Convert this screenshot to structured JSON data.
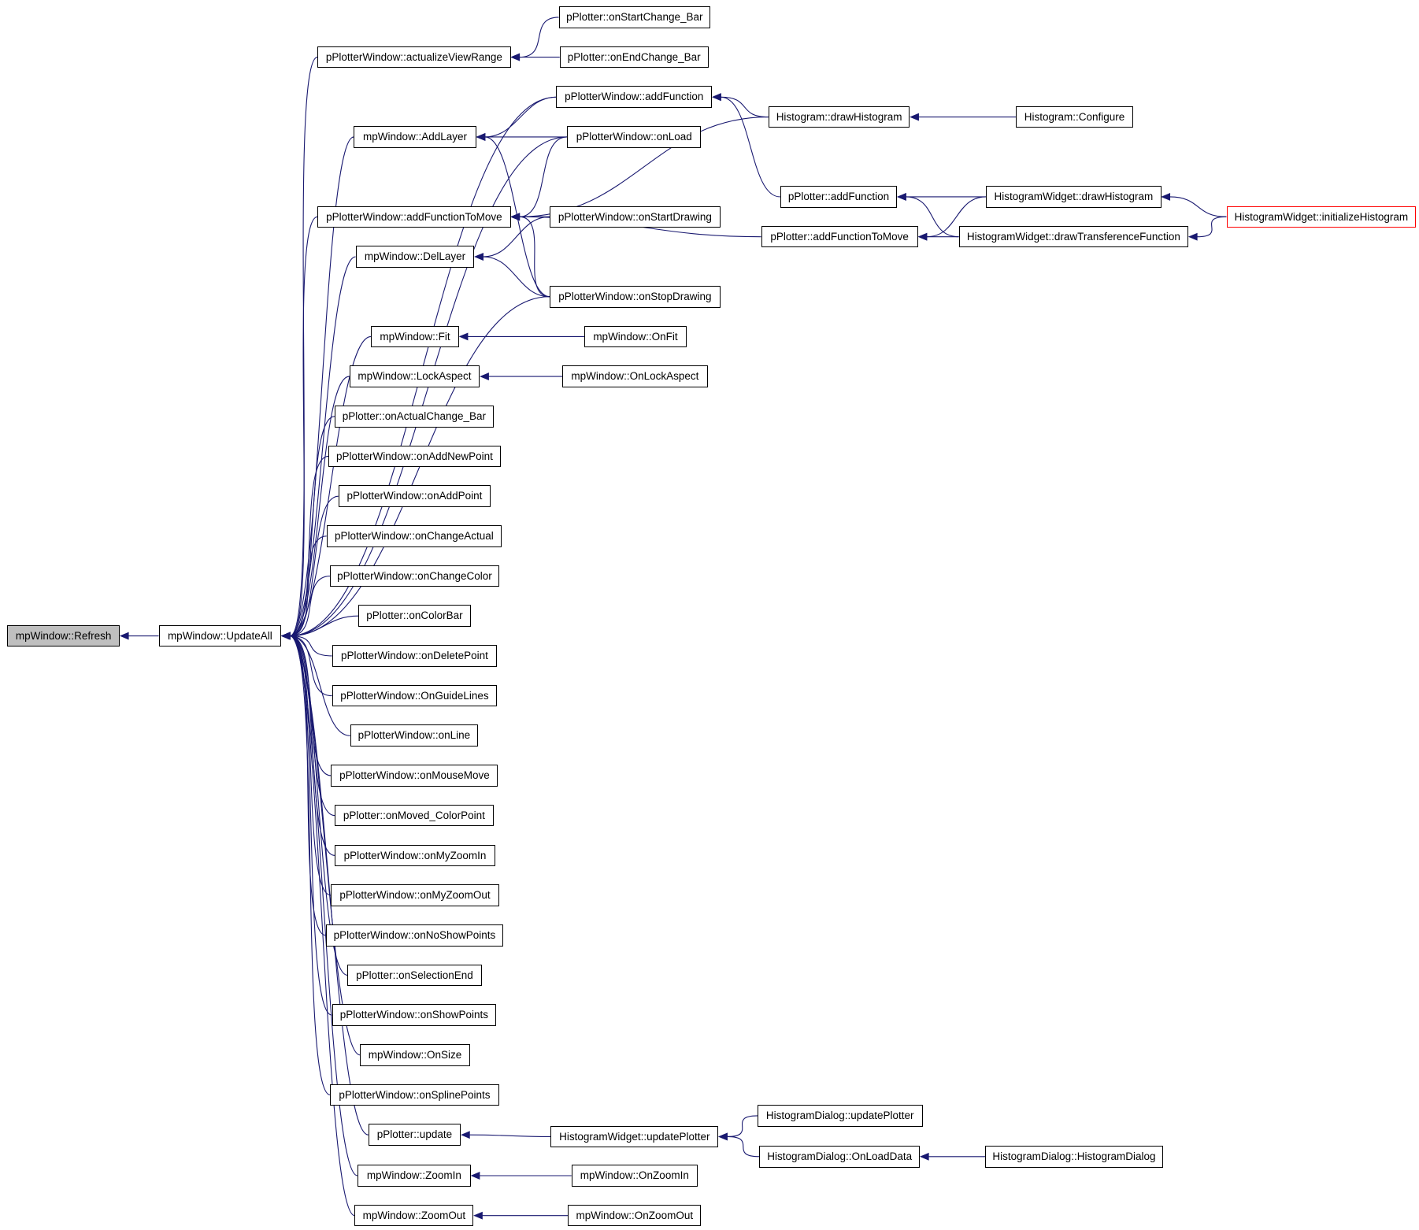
{
  "graph": {
    "nodes": [
      {
        "id": "refresh",
        "label": "mpWindow::Refresh",
        "style": "root"
      },
      {
        "id": "updateall",
        "label": "mpWindow::UpdateAll"
      },
      {
        "id": "actualizeViewRange",
        "label": "pPlotterWindow::actualizeViewRange"
      },
      {
        "id": "addLayer",
        "label": "mpWindow::AddLayer"
      },
      {
        "id": "addFunctionToMove",
        "label": "pPlotterWindow::addFunctionToMove"
      },
      {
        "id": "delLayer",
        "label": "mpWindow::DelLayer"
      },
      {
        "id": "fit",
        "label": "mpWindow::Fit"
      },
      {
        "id": "lockAspect",
        "label": "mpWindow::LockAspect"
      },
      {
        "id": "onActualChangeBar",
        "label": "pPlotter::onActualChange_Bar"
      },
      {
        "id": "onAddNewPoint",
        "label": "pPlotterWindow::onAddNewPoint"
      },
      {
        "id": "onAddPoint",
        "label": "pPlotterWindow::onAddPoint"
      },
      {
        "id": "onChangeActual",
        "label": "pPlotterWindow::onChangeActual"
      },
      {
        "id": "onChangeColor",
        "label": "pPlotterWindow::onChangeColor"
      },
      {
        "id": "onColorBar",
        "label": "pPlotter::onColorBar"
      },
      {
        "id": "onDeletePoint",
        "label": "pPlotterWindow::onDeletePoint"
      },
      {
        "id": "onGuideLines",
        "label": "pPlotterWindow::OnGuideLines"
      },
      {
        "id": "onLine",
        "label": "pPlotterWindow::onLine"
      },
      {
        "id": "onMouseMove",
        "label": "pPlotterWindow::onMouseMove"
      },
      {
        "id": "onMovedColorPoint",
        "label": "pPlotter::onMoved_ColorPoint"
      },
      {
        "id": "onMyZoomIn",
        "label": "pPlotterWindow::onMyZoomIn"
      },
      {
        "id": "onMyZoomOut",
        "label": "pPlotterWindow::onMyZoomOut"
      },
      {
        "id": "onNoShowPoints",
        "label": "pPlotterWindow::onNoShowPoints"
      },
      {
        "id": "onSelectionEnd",
        "label": "pPlotter::onSelectionEnd"
      },
      {
        "id": "onShowPoints",
        "label": "pPlotterWindow::onShowPoints"
      },
      {
        "id": "onSize",
        "label": "mpWindow::OnSize"
      },
      {
        "id": "onSplinePoints",
        "label": "pPlotterWindow::onSplinePoints"
      },
      {
        "id": "plotterUpdate",
        "label": "pPlotter::update"
      },
      {
        "id": "zoomIn",
        "label": "mpWindow::ZoomIn"
      },
      {
        "id": "zoomOut",
        "label": "mpWindow::ZoomOut"
      },
      {
        "id": "onStartChangeBar",
        "label": "pPlotter::onStartChange_Bar"
      },
      {
        "id": "onEndChangeBar",
        "label": "pPlotter::onEndChange_Bar"
      },
      {
        "id": "pwAddFunction",
        "label": "pPlotterWindow::addFunction"
      },
      {
        "id": "pwOnLoad",
        "label": "pPlotterWindow::onLoad"
      },
      {
        "id": "onStartDrawing",
        "label": "pPlotterWindow::onStartDrawing"
      },
      {
        "id": "onStopDrawing",
        "label": "pPlotterWindow::onStopDrawing"
      },
      {
        "id": "onFit",
        "label": "mpWindow::OnFit"
      },
      {
        "id": "onLockAspect",
        "label": "mpWindow::OnLockAspect"
      },
      {
        "id": "hwUpdatePlotter",
        "label": "HistogramWidget::updatePlotter"
      },
      {
        "id": "onZoomIn",
        "label": "mpWindow::OnZoomIn"
      },
      {
        "id": "onZoomOut",
        "label": "mpWindow::OnZoomOut"
      },
      {
        "id": "histDrawHistogram",
        "label": "Histogram::drawHistogram"
      },
      {
        "id": "ppAddFunction",
        "label": "pPlotter::addFunction"
      },
      {
        "id": "ppAddFunctionToMove",
        "label": "pPlotter::addFunctionToMove"
      },
      {
        "id": "hdUpdatePlotter",
        "label": "HistogramDialog::updatePlotter"
      },
      {
        "id": "hdOnLoadData",
        "label": "HistogramDialog::OnLoadData"
      },
      {
        "id": "histConfigure",
        "label": "Histogram::Configure"
      },
      {
        "id": "hwDrawHistogram",
        "label": "HistogramWidget::drawHistogram"
      },
      {
        "id": "hwDrawTransference",
        "label": "HistogramWidget::drawTransferenceFunction"
      },
      {
        "id": "hdHistogramDialog",
        "label": "HistogramDialog::HistogramDialog"
      },
      {
        "id": "hwInitializeHistogram",
        "label": "HistogramWidget::initializeHistogram",
        "style": "red"
      }
    ],
    "edges": [
      [
        "updateall",
        "refresh"
      ],
      [
        "actualizeViewRange",
        "updateall"
      ],
      [
        "addLayer",
        "updateall"
      ],
      [
        "addFunctionToMove",
        "updateall"
      ],
      [
        "delLayer",
        "updateall"
      ],
      [
        "fit",
        "updateall"
      ],
      [
        "lockAspect",
        "updateall"
      ],
      [
        "onActualChangeBar",
        "updateall"
      ],
      [
        "onAddNewPoint",
        "updateall"
      ],
      [
        "onAddPoint",
        "updateall"
      ],
      [
        "onChangeActual",
        "updateall"
      ],
      [
        "onChangeColor",
        "updateall"
      ],
      [
        "onColorBar",
        "updateall"
      ],
      [
        "onDeletePoint",
        "updateall"
      ],
      [
        "onGuideLines",
        "updateall"
      ],
      [
        "onLine",
        "updateall"
      ],
      [
        "onMouseMove",
        "updateall"
      ],
      [
        "onMovedColorPoint",
        "updateall"
      ],
      [
        "onMyZoomIn",
        "updateall"
      ],
      [
        "onMyZoomOut",
        "updateall"
      ],
      [
        "onNoShowPoints",
        "updateall"
      ],
      [
        "onSelectionEnd",
        "updateall"
      ],
      [
        "onShowPoints",
        "updateall"
      ],
      [
        "onSize",
        "updateall"
      ],
      [
        "onSplinePoints",
        "updateall"
      ],
      [
        "plotterUpdate",
        "updateall"
      ],
      [
        "zoomIn",
        "updateall"
      ],
      [
        "zoomOut",
        "updateall"
      ],
      [
        "pwAddFunction",
        "updateall"
      ],
      [
        "pwOnLoad",
        "updateall"
      ],
      [
        "onStopDrawing",
        "updateall"
      ],
      [
        "onStartChangeBar",
        "actualizeViewRange"
      ],
      [
        "onEndChangeBar",
        "actualizeViewRange"
      ],
      [
        "pwAddFunction",
        "addLayer"
      ],
      [
        "pwOnLoad",
        "addLayer"
      ],
      [
        "onStopDrawing",
        "addLayer"
      ],
      [
        "pwOnLoad",
        "addFunctionToMove"
      ],
      [
        "onStartDrawing",
        "addFunctionToMove"
      ],
      [
        "onStopDrawing",
        "addFunctionToMove"
      ],
      [
        "histDrawHistogram",
        "addFunctionToMove"
      ],
      [
        "ppAddFunctionToMove",
        "addFunctionToMove"
      ],
      [
        "onStartDrawing",
        "delLayer"
      ],
      [
        "onStopDrawing",
        "delLayer"
      ],
      [
        "onFit",
        "fit"
      ],
      [
        "onLockAspect",
        "lockAspect"
      ],
      [
        "hwUpdatePlotter",
        "plotterUpdate"
      ],
      [
        "onZoomIn",
        "zoomIn"
      ],
      [
        "onZoomOut",
        "zoomOut"
      ],
      [
        "histDrawHistogram",
        "pwAddFunction"
      ],
      [
        "ppAddFunction",
        "pwAddFunction"
      ],
      [
        "histConfigure",
        "histDrawHistogram"
      ],
      [
        "hwDrawHistogram",
        "ppAddFunction"
      ],
      [
        "hwDrawTransference",
        "ppAddFunction"
      ],
      [
        "hwDrawHistogram",
        "ppAddFunctionToMove"
      ],
      [
        "hwDrawTransference",
        "ppAddFunctionToMove"
      ],
      [
        "hdUpdatePlotter",
        "hwUpdatePlotter"
      ],
      [
        "hdOnLoadData",
        "hwUpdatePlotter"
      ],
      [
        "hdHistogramDialog",
        "hdOnLoadData"
      ],
      [
        "hwInitializeHistogram",
        "hwDrawHistogram"
      ],
      [
        "hwInitializeHistogram",
        "hwDrawTransference"
      ]
    ]
  }
}
